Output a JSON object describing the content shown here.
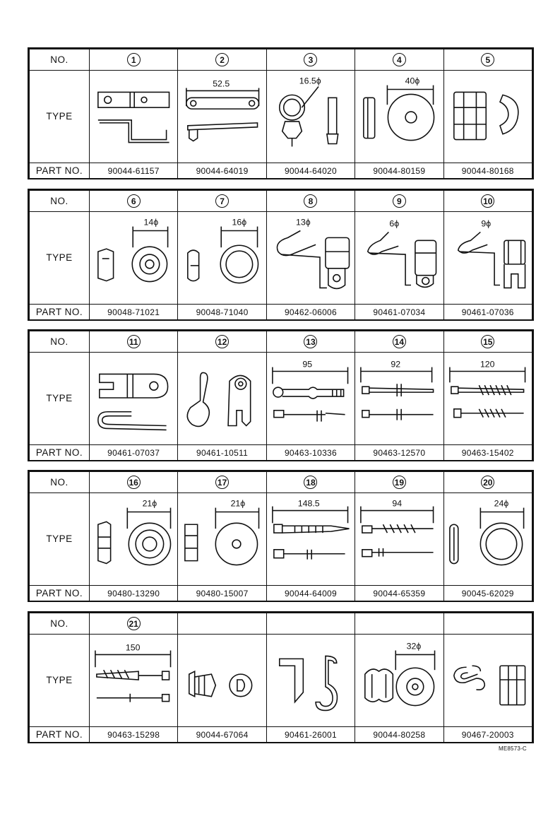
{
  "labels": {
    "no": "NO.",
    "type": "TYPE",
    "part_no": "PART NO."
  },
  "rows": [
    {
      "nums": [
        "1",
        "2",
        "3",
        "4",
        "5"
      ],
      "dims": [
        "",
        "52.5",
        "16.5ϕ",
        "40ϕ",
        ""
      ],
      "parts": [
        "90044-61157",
        "90044-64019",
        "90044-64020",
        "90044-80159",
        "90044-80168"
      ]
    },
    {
      "nums": [
        "6",
        "7",
        "8",
        "9",
        "10"
      ],
      "dims": [
        "14ϕ",
        "16ϕ",
        "13ϕ",
        "6ϕ",
        "9ϕ"
      ],
      "parts": [
        "90048-71021",
        "90048-71040",
        "90462-06006",
        "90461-07034",
        "90461-07036"
      ]
    },
    {
      "nums": [
        "11",
        "12",
        "13",
        "14",
        "15"
      ],
      "dims": [
        "",
        "",
        "95",
        "92",
        "120"
      ],
      "parts": [
        "90461-07037",
        "90461-10511",
        "90463-10336",
        "90463-12570",
        "90463-15402"
      ]
    },
    {
      "nums": [
        "16",
        "17",
        "18",
        "19",
        "20"
      ],
      "dims": [
        "21ϕ",
        "21ϕ",
        "148.5",
        "94",
        "24ϕ"
      ],
      "parts": [
        "90480-13290",
        "90480-15007",
        "90044-64009",
        "90044-65359",
        "90045-62029"
      ]
    },
    {
      "nums": [
        "21",
        "",
        "",
        "",
        ""
      ],
      "dims": [
        "150",
        "",
        "",
        "32ϕ",
        ""
      ],
      "parts": [
        "90463-15298",
        "90044-67064",
        "90461-26001",
        "90044-80258",
        "90467-20003"
      ]
    }
  ],
  "footer_code": "ME8573-C"
}
